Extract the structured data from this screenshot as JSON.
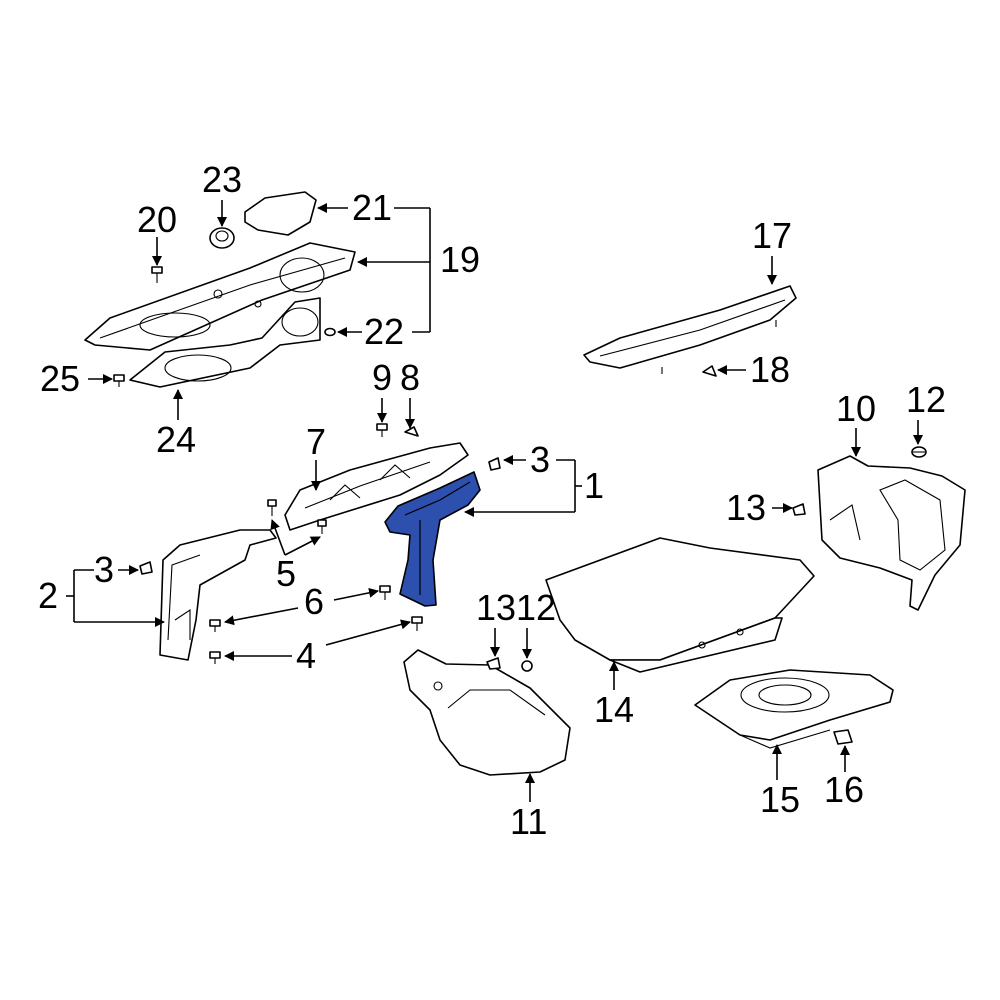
{
  "diagram": {
    "highlight_color": "#2d4fae",
    "callouts": {
      "c1": "1",
      "c2": "2",
      "c3a": "3",
      "c3b": "3",
      "c4": "4",
      "c5": "5",
      "c6": "6",
      "c7": "7",
      "c8": "8",
      "c9": "9",
      "c10": "10",
      "c11": "11",
      "c12a": "12",
      "c12b": "12",
      "c13a": "13",
      "c13b": "13",
      "c14": "14",
      "c15": "15",
      "c16": "16",
      "c17": "17",
      "c18": "18",
      "c19": "19",
      "c20": "20",
      "c21": "21",
      "c22": "22",
      "c23": "23",
      "c24": "24",
      "c25": "25"
    }
  }
}
